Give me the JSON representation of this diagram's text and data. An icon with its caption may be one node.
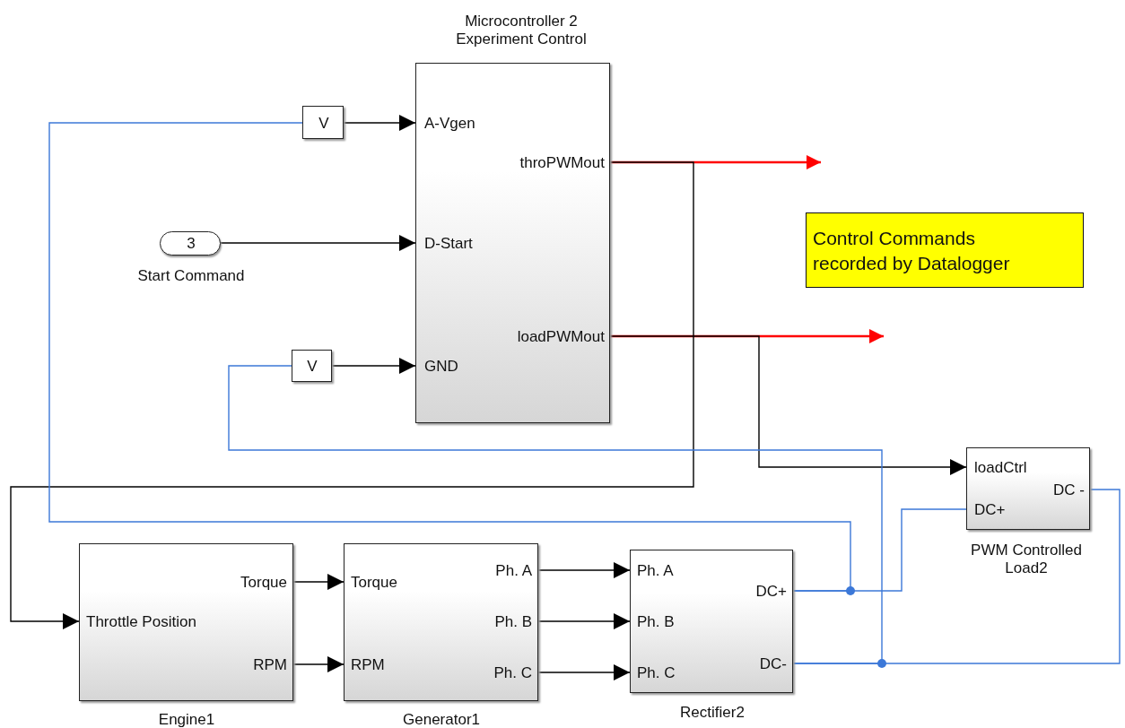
{
  "diagram": {
    "nodes": [
      {
        "text": [
          "Microcontroller 2 Experiment Control",
          "A-Vgen",
          "throPWMout",
          "D-Start",
          "loadPWMout",
          "GND"
        ]
      },
      {
        "text": [
          "V"
        ]
      },
      {
        "text": [
          "V"
        ]
      },
      {
        "text": [
          "3"
        ],
        "beside": [
          "Start Command"
        ]
      },
      {
        "text": [
          "Throttle Position",
          "Torque",
          "RPM",
          "Engine1"
        ]
      },
      {
        "text": [
          "Torque",
          "RPM",
          "Ph. A",
          "Ph. B",
          "Ph. C",
          "Generator1"
        ]
      },
      {
        "text": [
          "Ph. A",
          "Ph. B",
          "Ph. C",
          "DC+",
          "DC-",
          "Rectifier2"
        ]
      },
      {
        "text": [
          "loadCtrl",
          "DC+",
          "DC -",
          "PWM Controlled Load2"
        ]
      },
      {
        "text": [
          "Control Commands recorded by Datalogger"
        ]
      }
    ],
    "edges": [
      {
        "from": 1,
        "to": 0,
        "arrow": "to"
      },
      {
        "from": 2,
        "to": 0,
        "arrow": "to"
      },
      {
        "from": 3,
        "to": 0,
        "arrow": "to"
      },
      {
        "from": 0,
        "to": null,
        "arrow": "to",
        "color": "#ff0000"
      },
      {
        "from": 0,
        "to": null,
        "arrow": "to",
        "color": "#ff0000"
      },
      {
        "from": 0,
        "to": 4,
        "arrow": "to"
      },
      {
        "from": 0,
        "to": 7,
        "arrow": "to"
      },
      {
        "from": 4,
        "to": 5,
        "arrow": "to"
      },
      {
        "from": 4,
        "to": 5,
        "arrow": "to"
      },
      {
        "from": 5,
        "to": 6,
        "arrow": "to"
      },
      {
        "from": 5,
        "to": 6,
        "arrow": "to"
      },
      {
        "from": 5,
        "to": 6,
        "arrow": "to"
      },
      {
        "from": 6,
        "to": 1,
        "arrow": "none",
        "color": "#3c78d8"
      },
      {
        "from": 6,
        "to": 7,
        "arrow": "none",
        "color": "#3c78d8"
      },
      {
        "from": 6,
        "to": 2,
        "arrow": "none",
        "color": "#3c78d8"
      },
      {
        "from": 6,
        "to": 7,
        "arrow": "none",
        "color": "#3c78d8"
      }
    ]
  }
}
